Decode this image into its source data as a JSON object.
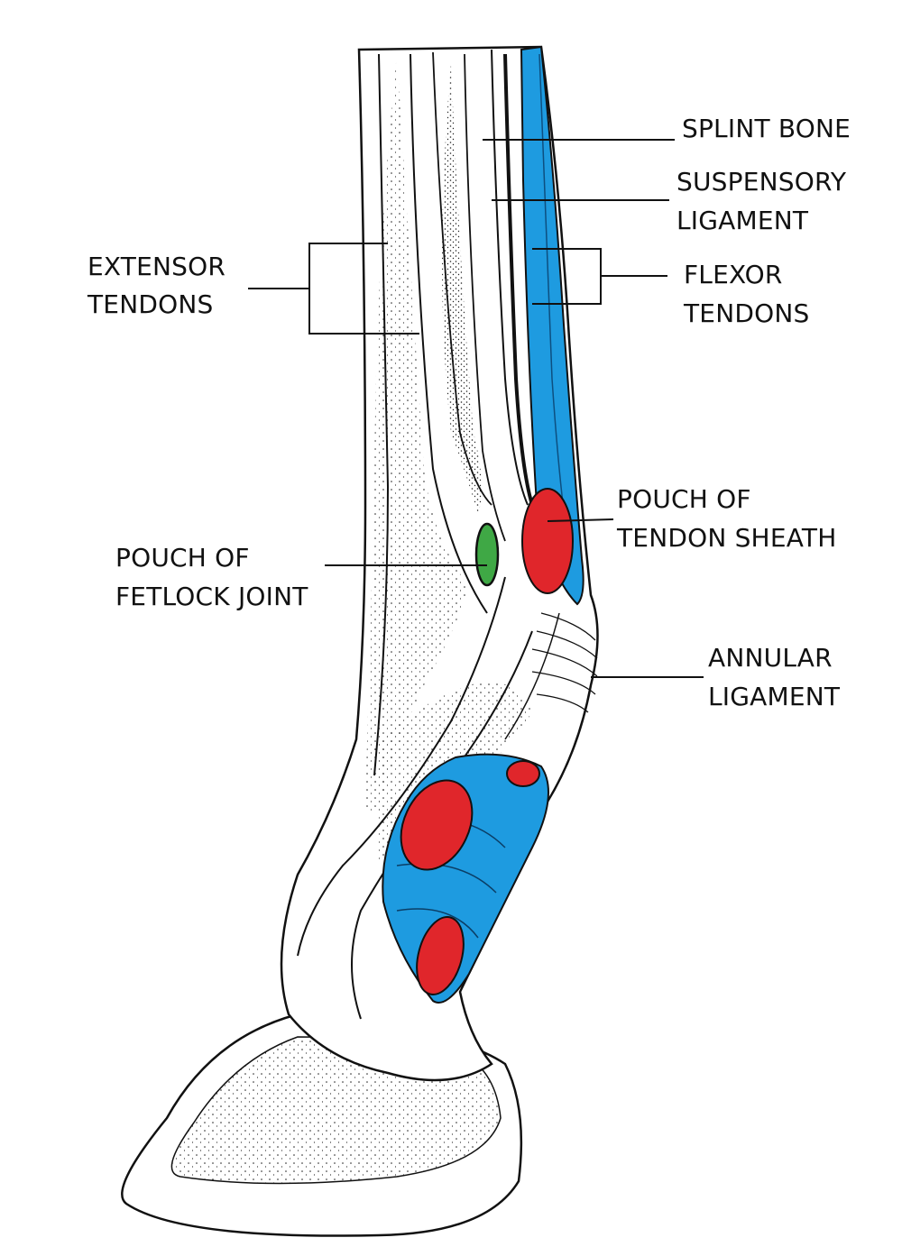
{
  "labels": {
    "splint_bone": "SPLINT BONE",
    "suspensory_ligament": [
      "SUSPENSORY",
      "LIGAMENT"
    ],
    "extensor_tendons": [
      "EXTENSOR",
      "TENDONS"
    ],
    "flexor_tendons": [
      "FLEXOR",
      "TENDONS"
    ],
    "pouch_tendon_sheath": [
      "POUCH OF",
      "TENDON SHEATH"
    ],
    "pouch_fetlock_joint": [
      "POUCH OF",
      "FETLOCK JOINT"
    ],
    "annular_ligament": [
      "ANNULAR",
      "LIGAMENT"
    ]
  },
  "colors": {
    "flexor_tendons": "#1e9be0",
    "synovial_pouch": "#e0262b",
    "fetlock_pouch": "#3fa845",
    "outline": "#111111",
    "background": "#ffffff"
  }
}
